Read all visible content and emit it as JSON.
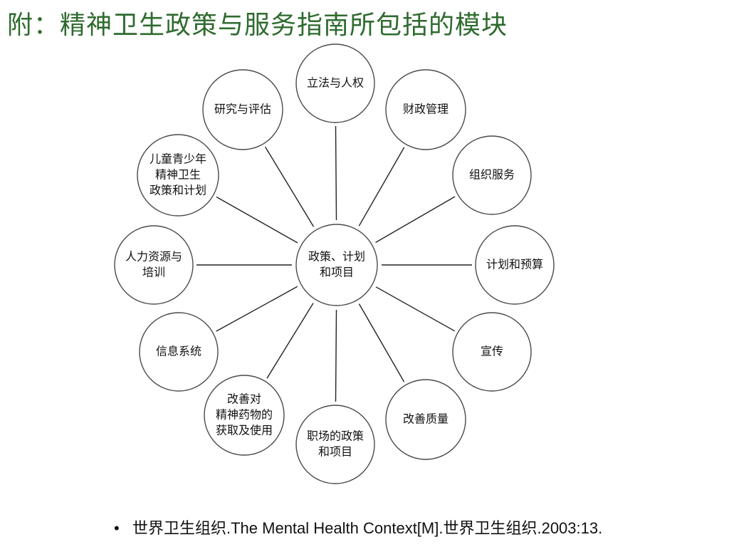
{
  "title": "附：精神卫生政策与服务指南所包括的模块",
  "diagram": {
    "center": {
      "lines": [
        "政策、计划",
        "和项目"
      ]
    },
    "modules": [
      {
        "id": "legislation",
        "lines": [
          "立法与人权"
        ]
      },
      {
        "id": "financing",
        "lines": [
          "财政管理"
        ]
      },
      {
        "id": "organization",
        "lines": [
          "组织服务"
        ]
      },
      {
        "id": "planning-budgeting",
        "lines": [
          "计划和预算"
        ]
      },
      {
        "id": "advocacy",
        "lines": [
          "宣传"
        ]
      },
      {
        "id": "quality-improvement",
        "lines": [
          "改善质量"
        ]
      },
      {
        "id": "workplace",
        "lines": [
          "职场的政策",
          "和项目"
        ]
      },
      {
        "id": "psychotropic-medicines",
        "lines": [
          "改善对",
          "精神药物的",
          "获取及使用"
        ]
      },
      {
        "id": "information-systems",
        "lines": [
          "信息系统"
        ]
      },
      {
        "id": "human-resources",
        "lines": [
          "人力资源与",
          "培训"
        ]
      },
      {
        "id": "child-adolescent",
        "lines": [
          "儿童青少年",
          "精神卫生",
          "政策和计划"
        ]
      },
      {
        "id": "research-evaluation",
        "lines": [
          "研究与评估"
        ]
      }
    ]
  },
  "footnote": {
    "bullet": "•",
    "text": "世界卫生组织.The Mental Health Context[M].世界卫生组织.2003:13."
  }
}
